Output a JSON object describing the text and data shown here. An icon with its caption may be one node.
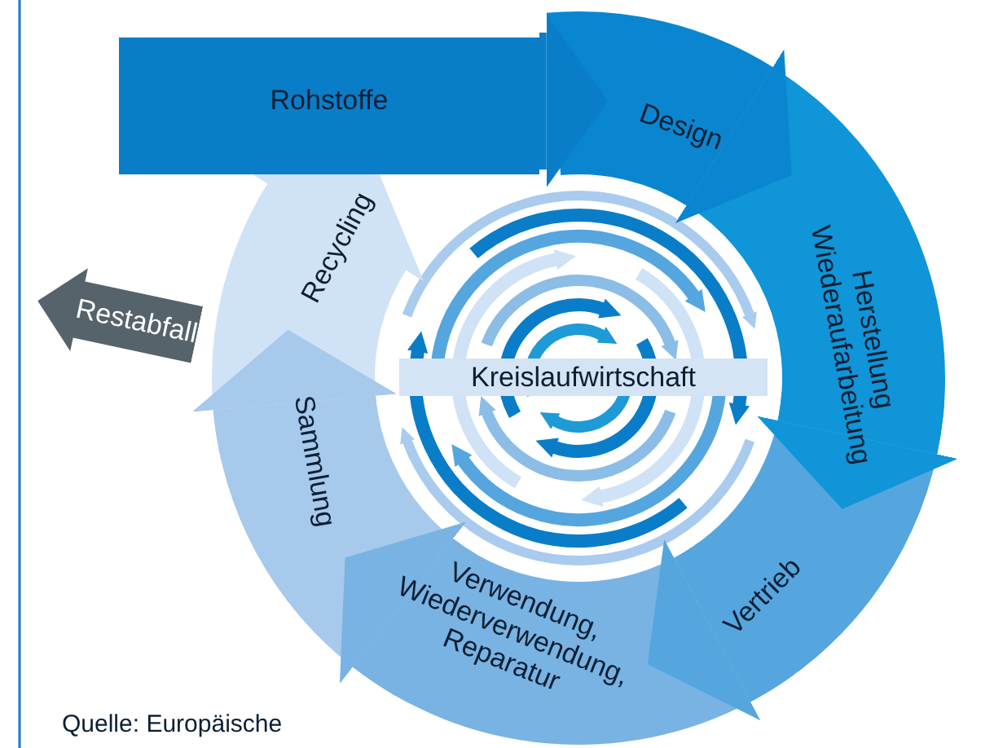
{
  "diagram": {
    "nodes": [
      {
        "text": [
          "Rohstoffe"
        ]
      },
      {
        "text": [
          "Design"
        ]
      },
      {
        "text": [
          "Herstellung Wiederaufarbeitung"
        ]
      },
      {
        "text": [
          "Vertrieb"
        ]
      },
      {
        "text": [
          "Verwendung, Wiederverwendung, Reparatur"
        ]
      },
      {
        "text": [
          "Sammlung"
        ]
      },
      {
        "text": [
          "Recycling"
        ]
      },
      {
        "text": [
          "Kreislaufwirtschaft"
        ]
      },
      {
        "text": [
          "Restabfall"
        ]
      }
    ],
    "edges": [
      {
        "from": 0,
        "to": 1,
        "arrow": "to",
        "color": "#0a7dc9"
      },
      {
        "from": 1,
        "to": 2,
        "arrow": "to",
        "color": "#0a86d0"
      },
      {
        "from": 2,
        "to": 3,
        "arrow": "to",
        "color": "#0f95d8"
      },
      {
        "from": 3,
        "to": 4,
        "arrow": "to",
        "color": "#55a6de"
      },
      {
        "from": 4,
        "to": 5,
        "arrow": "to",
        "color": "#78b3e3"
      },
      {
        "from": 5,
        "to": 6,
        "arrow": "to",
        "color": "#a6c9ec"
      },
      {
        "from": 6,
        "to": 0,
        "arrow": "to",
        "color": "#d0e2f5"
      }
    ],
    "labels": [
      "Quelle: Europäische"
    ]
  }
}
